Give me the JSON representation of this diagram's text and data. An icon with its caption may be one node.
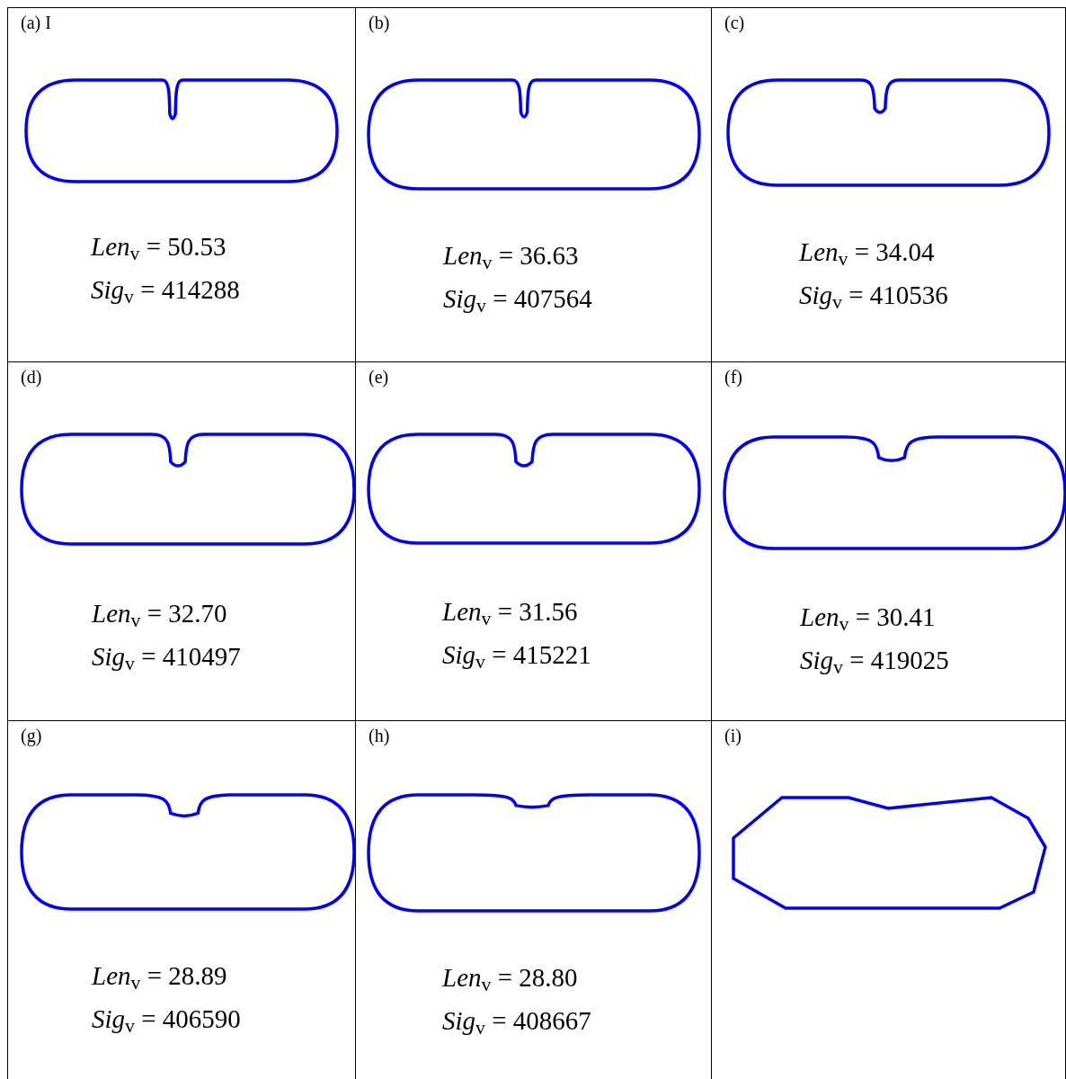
{
  "diagram": {
    "nodes": [
      {
        "text": [
          "(a) I",
          "*Len*$_{v}$ = 50.53",
          "*Sig*$_{v}$ = 414288"
        ]
      },
      {
        "text": [
          "(b)",
          "*Len*$_{v}$ = 36.63",
          "*Sig*$_{v}$ = 407564"
        ]
      },
      {
        "text": [
          "(c)",
          "*Len*$_{v}$ = 34.04",
          "*Sig*$_{v}$ = 410536"
        ]
      },
      {
        "text": [
          "(d)",
          "*Len*$_{v}$ = 32.70",
          "*Sig*$_{v}$ = 410497"
        ]
      },
      {
        "text": [
          "(e)",
          "*Len*$_{v}$ = 31.56",
          "*Sig*$_{v}$ = 415221"
        ]
      },
      {
        "text": [
          "(f)",
          "*Len*$_{v}$ = 30.41",
          "*Sig*$_{v}$ = 419025"
        ]
      },
      {
        "text": [
          "(g)",
          "*Len*$_{v}$ = 28.89",
          "*Sig*$_{v}$ = 406590"
        ]
      },
      {
        "text": [
          "(h)",
          "*Len*$_{v}$ = 28.80",
          "*Sig*$_{v}$ = 408667"
        ]
      },
      {
        "text": [
          "(i)"
        ]
      }
    ]
  }
}
